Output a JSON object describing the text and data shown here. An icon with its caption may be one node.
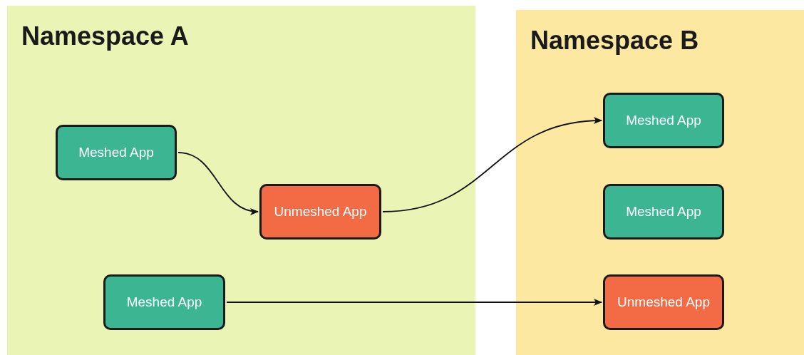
{
  "diagram": {
    "nodes": [
      {
        "text": [
          "Namespace A"
        ]
      },
      {
        "text": [
          "Meshed App"
        ],
        "in": 0
      },
      {
        "text": [
          "Unmeshed App"
        ],
        "in": 0
      },
      {
        "text": [
          "Meshed App"
        ],
        "in": 0
      },
      {
        "text": [
          "Namespace B"
        ]
      },
      {
        "text": [
          "Meshed App"
        ],
        "in": 4
      },
      {
        "text": [
          "Meshed App"
        ],
        "in": 4
      },
      {
        "text": [
          "Unmeshed App"
        ],
        "in": 4
      }
    ],
    "edges": [
      {
        "from": 1,
        "to": 2,
        "arrow": "to"
      },
      {
        "from": 2,
        "to": 5,
        "arrow": "to"
      },
      {
        "from": 3,
        "to": 7,
        "arrow": "to"
      }
    ]
  }
}
